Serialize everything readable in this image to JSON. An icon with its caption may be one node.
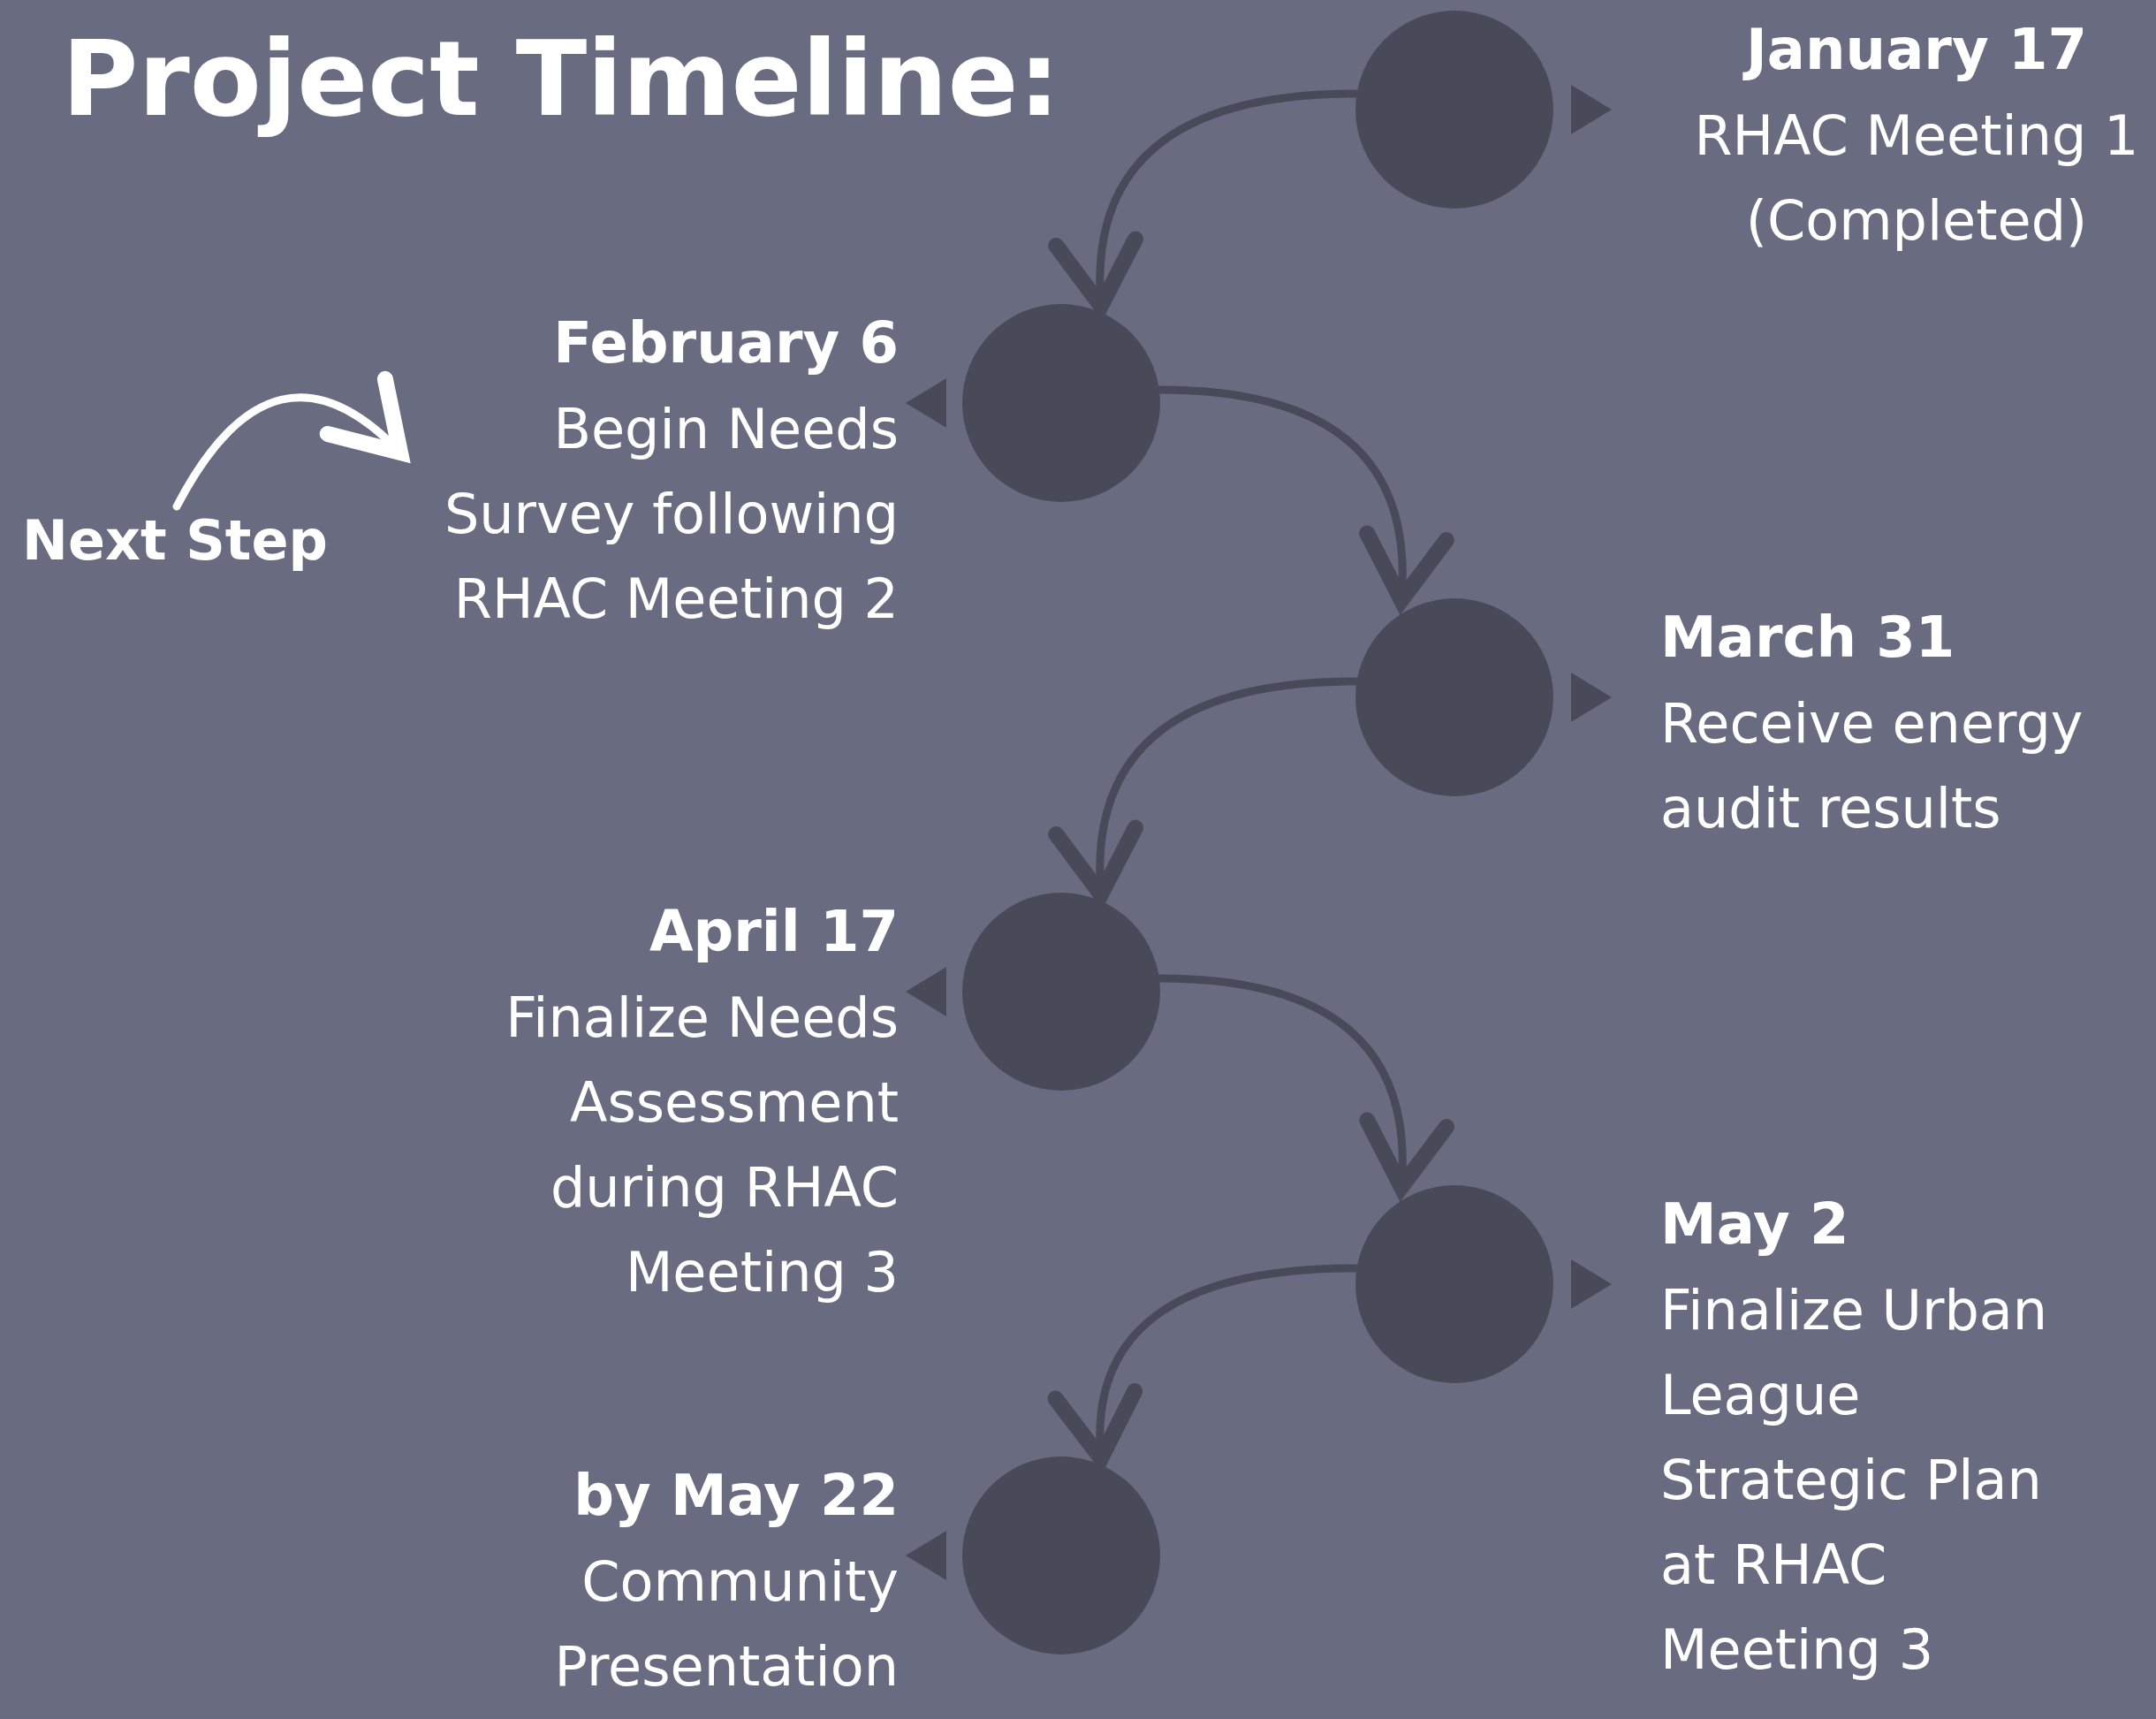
{
  "diagram": {
    "title": "Project Timeline:",
    "nodes": [
      {
        "text": [],
        "shape": "circle",
        "beside": [
          "January 17",
          "RHAC Meeting 1 (Completed)"
        ]
      },
      {
        "text": [],
        "shape": "circle",
        "beside": [
          "February 6",
          "Begin Needs Survey following RHAC Meeting 2"
        ]
      },
      {
        "text": [],
        "shape": "circle",
        "beside": [
          "March 31",
          "Receive energy audit results"
        ]
      },
      {
        "text": [],
        "shape": "circle",
        "beside": [
          "April 17",
          "Finalize Needs Assessment during RHAC Meeting 3"
        ]
      },
      {
        "text": [],
        "shape": "circle",
        "beside": [
          "May 2",
          "Finalize Urban League Strategic Plan at RHAC Meeting 3"
        ]
      },
      {
        "text": [],
        "shape": "circle",
        "beside": [
          "by May 22",
          "Community Presentation"
        ]
      },
      {
        "text": [
          "Next Step"
        ]
      }
    ],
    "edges": [
      {
        "from": 0,
        "to": 1,
        "arrow": "to"
      },
      {
        "from": 1,
        "to": 2,
        "arrow": "to"
      },
      {
        "from": 2,
        "to": 3,
        "arrow": "to"
      },
      {
        "from": 3,
        "to": 4,
        "arrow": "to"
      },
      {
        "from": 4,
        "to": 5,
        "arrow": "to"
      },
      {
        "from": 6,
        "to": 1,
        "arrow": "to",
        "color": "#ffffff"
      }
    ]
  }
}
